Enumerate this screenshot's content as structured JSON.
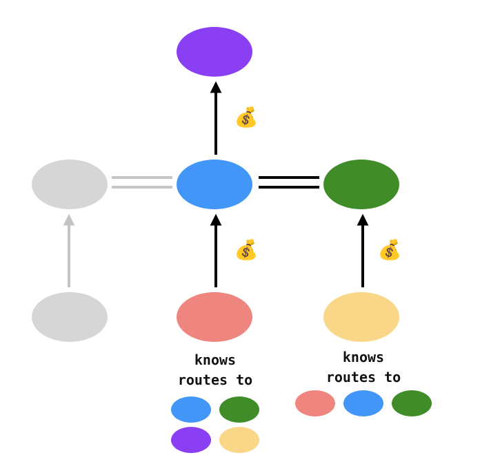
{
  "colors": {
    "purple": "#8a3ff2",
    "blue": "#4196f7",
    "green": "#3f8c28",
    "salmon": "#ef857f",
    "yellow": "#f9d688",
    "gray": "#d6d6d6",
    "arrow_active": "#000000",
    "arrow_inactive": "#c4c4c4"
  },
  "icons": {
    "money_bag": "💰",
    "money_bag_name": "money-bag-icon"
  },
  "captions": {
    "left": {
      "line1": "knows",
      "line2": "routes to"
    },
    "right": {
      "line1": "knows",
      "line2": "routes to"
    }
  },
  "routes": {
    "left": [
      "blue",
      "green",
      "purple",
      "yellow"
    ],
    "right": [
      "salmon",
      "blue",
      "green"
    ]
  }
}
